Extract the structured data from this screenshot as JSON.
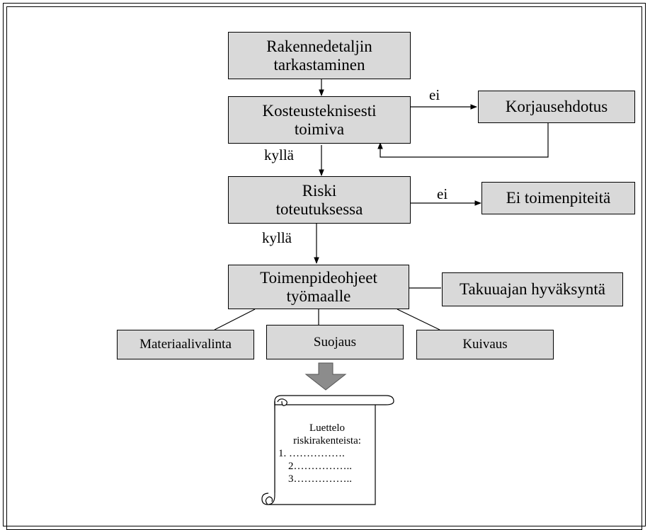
{
  "flowchart": {
    "start": [
      "Rakennedetaljin",
      "tarkastaminen"
    ],
    "check_moisture": [
      "Kosteusteknisesti",
      "toimiva"
    ],
    "fix_proposal": "Korjausehdotus",
    "risk_check": [
      "Riski",
      "toteutuksessa"
    ],
    "no_action": "Ei toimenpiteitä",
    "instructions": [
      "Toimenpideohjeet",
      "työmaalle"
    ],
    "warranty": "Takuuajan hyväksyntä",
    "material": "Materiaalivalinta",
    "protection": "Suojaus",
    "drying": "Kuivaus",
    "label_no_1": "ei",
    "label_yes_1": "kyllä",
    "label_no_2": "ei",
    "label_yes_2": "kyllä"
  },
  "list_document": {
    "title_1": "Luettelo",
    "title_2": "riskirakenteista:",
    "item_1": "1. …………….",
    "item_2": "2……………..",
    "item_3": "3…………….."
  }
}
